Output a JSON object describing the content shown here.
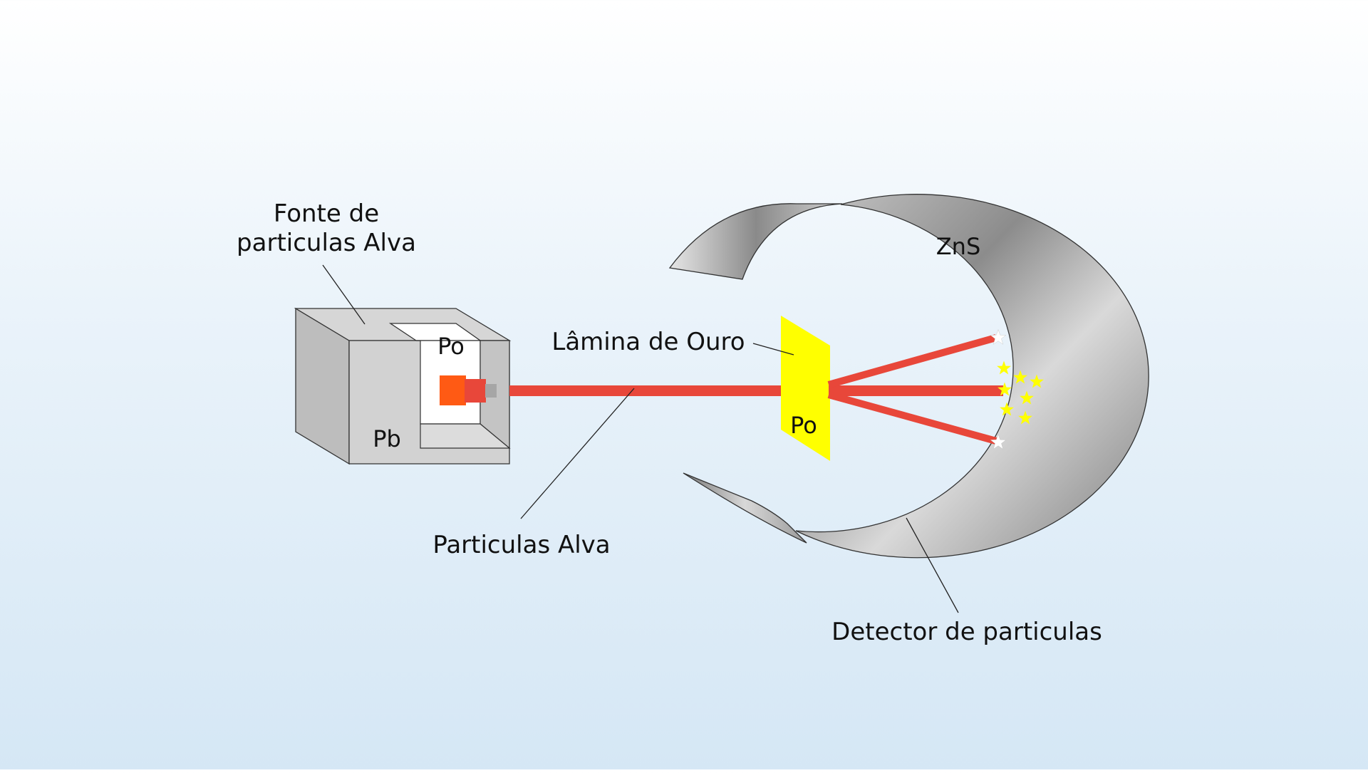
{
  "labels": {
    "source_line1": "Fonte de",
    "source_line2": "particulas Alva",
    "po_box": "Po",
    "pb_box": "Pb",
    "foil": "Lâmina de Ouro",
    "foil_po": "Po",
    "particles": "Particulas Alva",
    "detector_material": "ZnS",
    "detector": "Detector de particulas"
  },
  "colors": {
    "beam": "#e8473a",
    "foil": "#ffff00",
    "source_core": "#ff5a14",
    "lead_block": "#d2d2d2",
    "detector_metal": "#a6a6a6",
    "scintillation": "#ffff00",
    "scintillation_edge": "#ffffff"
  },
  "icons": [
    "star-icon"
  ]
}
